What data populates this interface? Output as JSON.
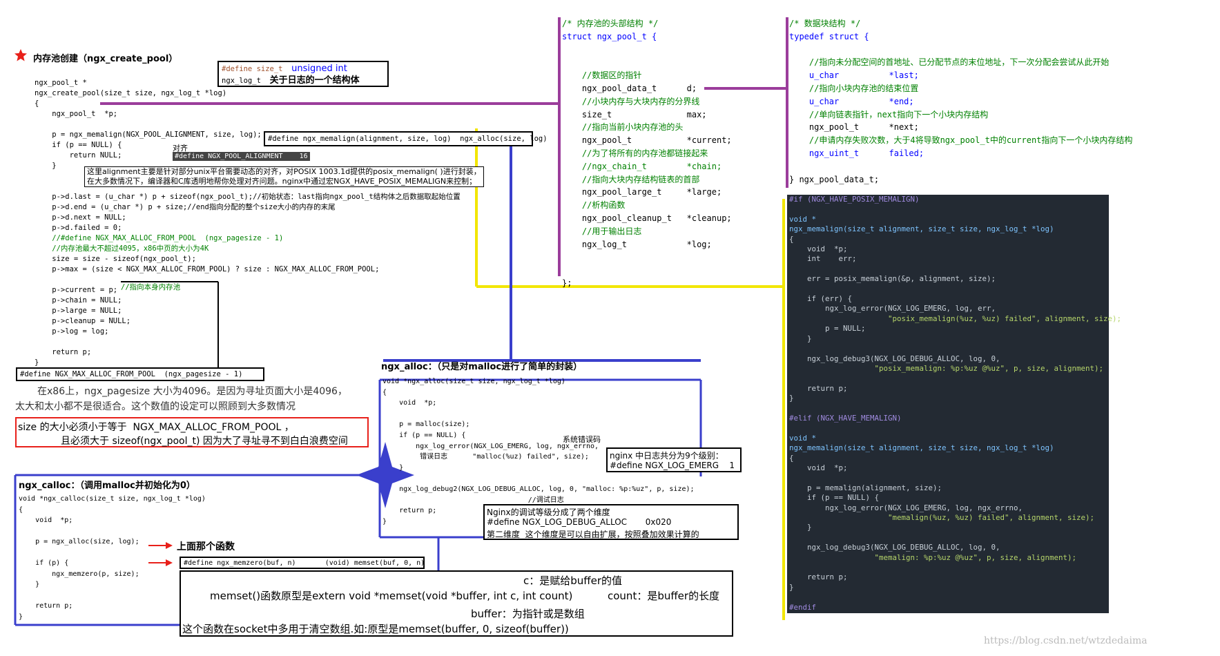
{
  "title": "内存池创建（ngx_create_pool）",
  "define_size_t": {
    "a": "#define size_t",
    "b": "unsigned int"
  },
  "define_log_t": {
    "a": "ngx_log_t",
    "b": "关于日志的一个结构体"
  },
  "create_pool": [
    "ngx_pool_t *",
    "ngx_create_pool(size_t size, ngx_log_t *log)",
    "{",
    "    ngx_pool_t  *p;",
    "",
    "    p = ngx_memalign(NGX_POOL_ALIGNMENT, size, log);",
    "    if (p == NULL) {",
    "        return NULL;",
    "    }",
    "",
    "",
    "    p->d.last = (u_char *) p + sizeof(ngx_pool_t);//初始状态：last指向ngx_pool_t结构体之后数据取起始位置",
    "    p->d.end = (u_char *) p + size;//end指向分配的整个size大小的内存的末尾",
    "    p->d.next = NULL;",
    "    p->d.failed = 0;",
    "    //#define NGX_MAX_ALLOC_FROM_POOL  (ngx_pagesize - 1)",
    "    //内存池最大不超过4095，x86中页的大小为4K",
    "    size = size - sizeof(ngx_pool_t);",
    "    p->max = (size < NGX_MAX_ALLOC_FROM_POOL) ? size : NGX_MAX_ALLOC_FROM_POOL;",
    "",
    "    p->current = p;",
    "    p->chain = NULL;",
    "    p->large = NULL;",
    "    p->cleanup = NULL;",
    "    p->log = log;",
    "",
    "    return p;",
    "}"
  ],
  "cmt_self": "//指向本身内存池",
  "define_memalign": "#define ngx_memalign(alignment, size, log)  ngx_alloc(size, log)",
  "align_label": "对齐",
  "define_pool_alignment": "#define NGX_POOL_ALIGNMENT    16",
  "align_note": [
    "这里alignment主要是针对部分unix平台需要动态的对齐，对POSIX 1003.1d提供的posix_memalign( )进行封装，",
    "在大多数情况下，编译器和C库透明地帮你处理对齐问题。nginx中通过宏NGX_HAVE_POSIX_MEMALIGN来控制；"
  ],
  "define_max_alloc": "#define NGX_MAX_ALLOC_FROM_POOL  (ngx_pagesize - 1)",
  "pagesize_note": [
    "在x86上，ngx_pagesize 大小为4096。是因为寻址页面大小是4096，",
    "太大和太小都不是很适合。这个数值的设定可以照顾到大多数情况"
  ],
  "size_note": [
    "size 的大小必须小于等于  NGX_MAX_ALLOC_FROM_POOL ，",
    "且必须大于 sizeof(ngx_pool_t) 因为大了寻址寻不到白白浪费空间"
  ],
  "pool_struct": [
    "/* 内存池的头部结构 */",
    "struct ngx_pool_t {",
    "",
    "",
    "    //数据区的指针",
    "    ngx_pool_data_t      d;",
    "    //小块内存与大块内存的分界线",
    "    size_t               max;",
    "    //指向当前小块内存池的头",
    "    ngx_pool_t           *current;",
    "    //为了将所有的内存池都链接起来",
    "    //ngx_chain_t        *chain;",
    "    //指向大块内存结构链表的首部",
    "    ngx_pool_large_t     *large;",
    "    //析构函数",
    "    ngx_pool_cleanup_t   *cleanup;",
    "    //用于输出日志",
    "    ngx_log_t            *log;",
    "",
    "",
    "};"
  ],
  "data_struct": [
    "/* 数据块结构 */",
    "typedef struct {",
    "",
    "    //指向未分配空间的首地址、已分配节点的末位地址，下一次分配会尝试从此开始",
    "    u_char          *last;",
    "    //指向小块内存池的结束位置",
    "    u_char          *end;",
    "    //单向链表指针，next指向下一个小块内存结构",
    "    ngx_pool_t      *next;",
    "    //申请内存失败次数，大于4将导致ngx_pool_t中的current指向下一个小块内存结构",
    "    ngx_uint_t      failed;",
    "",
    "} ngx_pool_data_t;"
  ],
  "alloc_title": "ngx_alloc：（只是对malloc进行了简单的封装）",
  "alloc_code": [
    "void *ngx_alloc(size_t size, ngx_log_t *log)",
    "{",
    "    void  *p;",
    "",
    "    p = malloc(size);",
    "    if (p == NULL) {",
    "        ngx_log_error(NGX_LOG_EMERG, log, ngx_errno,",
    "         错误日志      \"malloc(%uz) failed\", size);",
    "    }",
    "",
    "    ngx_log_debug2(NGX_LOG_DEBUG_ALLOC, log, 0, \"malloc: %p:%uz\", p, size);",
    "                                   //调试日志",
    "    return p;",
    "}"
  ],
  "errno_label": "系统错误码",
  "emerg_note": [
    "nginx 中日志共分为9个级别：",
    "#define NGX_LOG_EMERG    1"
  ],
  "debug_note": [
    "Nginx的调试等级分成了两个维度",
    "#define NGX_LOG_DEBUG_ALLOC       0x020",
    "第二维度  这个维度是可以自由扩展，按照叠加效果计算的"
  ],
  "calloc_title": "ngx_calloc：（调用malloc并初始化为0）",
  "calloc_code": [
    "void *ngx_calloc(size_t size, ngx_log_t *log)",
    "{",
    "    void  *p;",
    "",
    "    p = ngx_alloc(size, log);",
    "",
    "    if (p) {",
    "        ngx_memzero(p, size);",
    "    }",
    "",
    "    return p;",
    "}"
  ],
  "upper_func": "上面那个函数",
  "define_memzero": "#define ngx_memzero(buf, n)       (void) memset(buf, 0, n)",
  "memset_note": {
    "c": "c：是赋给buffer的值",
    "proto": "memset()函数原型是extern void *memset(void *buffer, int c, int count)",
    "count": "count：是buffer的长度",
    "buffer": "buffer：为指针或是数组",
    "usage": "这个函数在socket中多用于清空数组.如:原型是memset(buffer, 0, sizeof(buffer))"
  },
  "dark_code": [
    "#if (NGX_HAVE_POSIX_MEMALIGN)",
    "",
    "void *",
    "ngx_memalign(size_t alignment, size_t size, ngx_log_t *log)",
    "{",
    "    void  *p;",
    "    int    err;",
    "",
    "    err = posix_memalign(&p, alignment, size);",
    "",
    "    if (err) {",
    "        ngx_log_error(NGX_LOG_EMERG, log, err,",
    "                      \"posix_memalign(%uz, %uz) failed\", alignment, size);",
    "        p = NULL;",
    "    }",
    "",
    "    ngx_log_debug3(NGX_LOG_DEBUG_ALLOC, log, 0,",
    "                   \"posix_memalign: %p:%uz @%uz\", p, size, alignment);",
    "",
    "    return p;",
    "}",
    "",
    "#elif (NGX_HAVE_MEMALIGN)",
    "",
    "void *",
    "ngx_memalign(size_t alignment, size_t size, ngx_log_t *log)",
    "{",
    "    void  *p;",
    "",
    "    p = memalign(alignment, size);",
    "    if (p == NULL) {",
    "        ngx_log_error(NGX_LOG_EMERG, log, ngx_errno,",
    "                      \"memalign(%uz, %uz) failed\", alignment, size);",
    "    }",
    "",
    "    ngx_log_debug3(NGX_LOG_DEBUG_ALLOC, log, 0,",
    "                   \"memalign: %p:%uz @%uz\", p, size, alignment);",
    "",
    "    return p;",
    "}",
    "",
    "#endif"
  ],
  "watermark": "https://blog.csdn.net/wtzdedaima",
  "colors": {
    "purple": "#9b3d9b",
    "yellow": "#f2e600",
    "blue": "#3a3fcc",
    "red": "#e8201a"
  }
}
